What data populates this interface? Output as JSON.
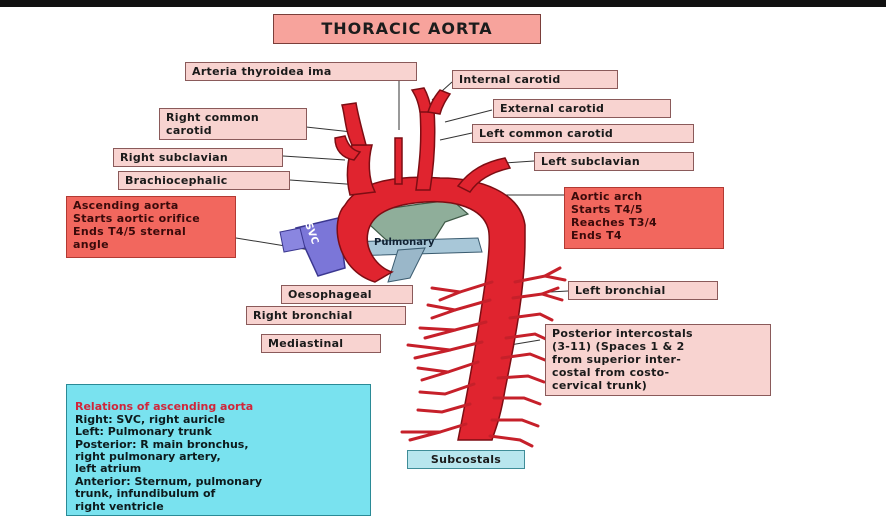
{
  "title": "THORACIC AORTA",
  "labels": {
    "arteria_thyroidea_ima": "Arteria thyroidea ima",
    "internal_carotid": "Internal carotid",
    "external_carotid": "External carotid",
    "right_common_carotid": "Right common\ncarotid",
    "left_common_carotid": "Left common carotid",
    "right_subclavian": "Right subclavian",
    "left_subclavian": "Left subclavian",
    "brachiocephalic": "Brachiocephalic",
    "ascending_aorta": "Ascending aorta\nStarts aortic orifice\nEnds T4/5 sternal\nangle",
    "aortic_arch": "Aortic arch\nStarts T4/5\nReaches T3/4\nEnds T4",
    "oesophageal": "Oesophageal",
    "right_bronchial": "Right bronchial",
    "mediastinal": "Mediastinal",
    "left_bronchial": "Left bronchial",
    "posterior_intercostals": "Posterior intercostals\n(3-11) (Spaces 1 & 2\nfrom superior inter-\ncostal from costo-\ncervical trunk)",
    "subcostals": "Subcostals",
    "svc": "SVC",
    "pulmonary": "Pulmonary"
  },
  "relations": {
    "title": "Relations of ascending aorta",
    "body": "Right: SVC, right auricle\nLeft: Pulmonary trunk\nPosterior: R main bronchus,\n  right pulmonary artery,\n  left atrium\nAnterior: Sternum, pulmonary\n  trunk, infundibulum of\n  right ventricle"
  },
  "colors": {
    "aorta": "#e0242f",
    "label_fill": "#f8d3d0",
    "label_red": "#f2675e",
    "relations_fill": "#79e2ef",
    "svc": "#7b76d8",
    "pulmonary": "#8fae9a"
  }
}
